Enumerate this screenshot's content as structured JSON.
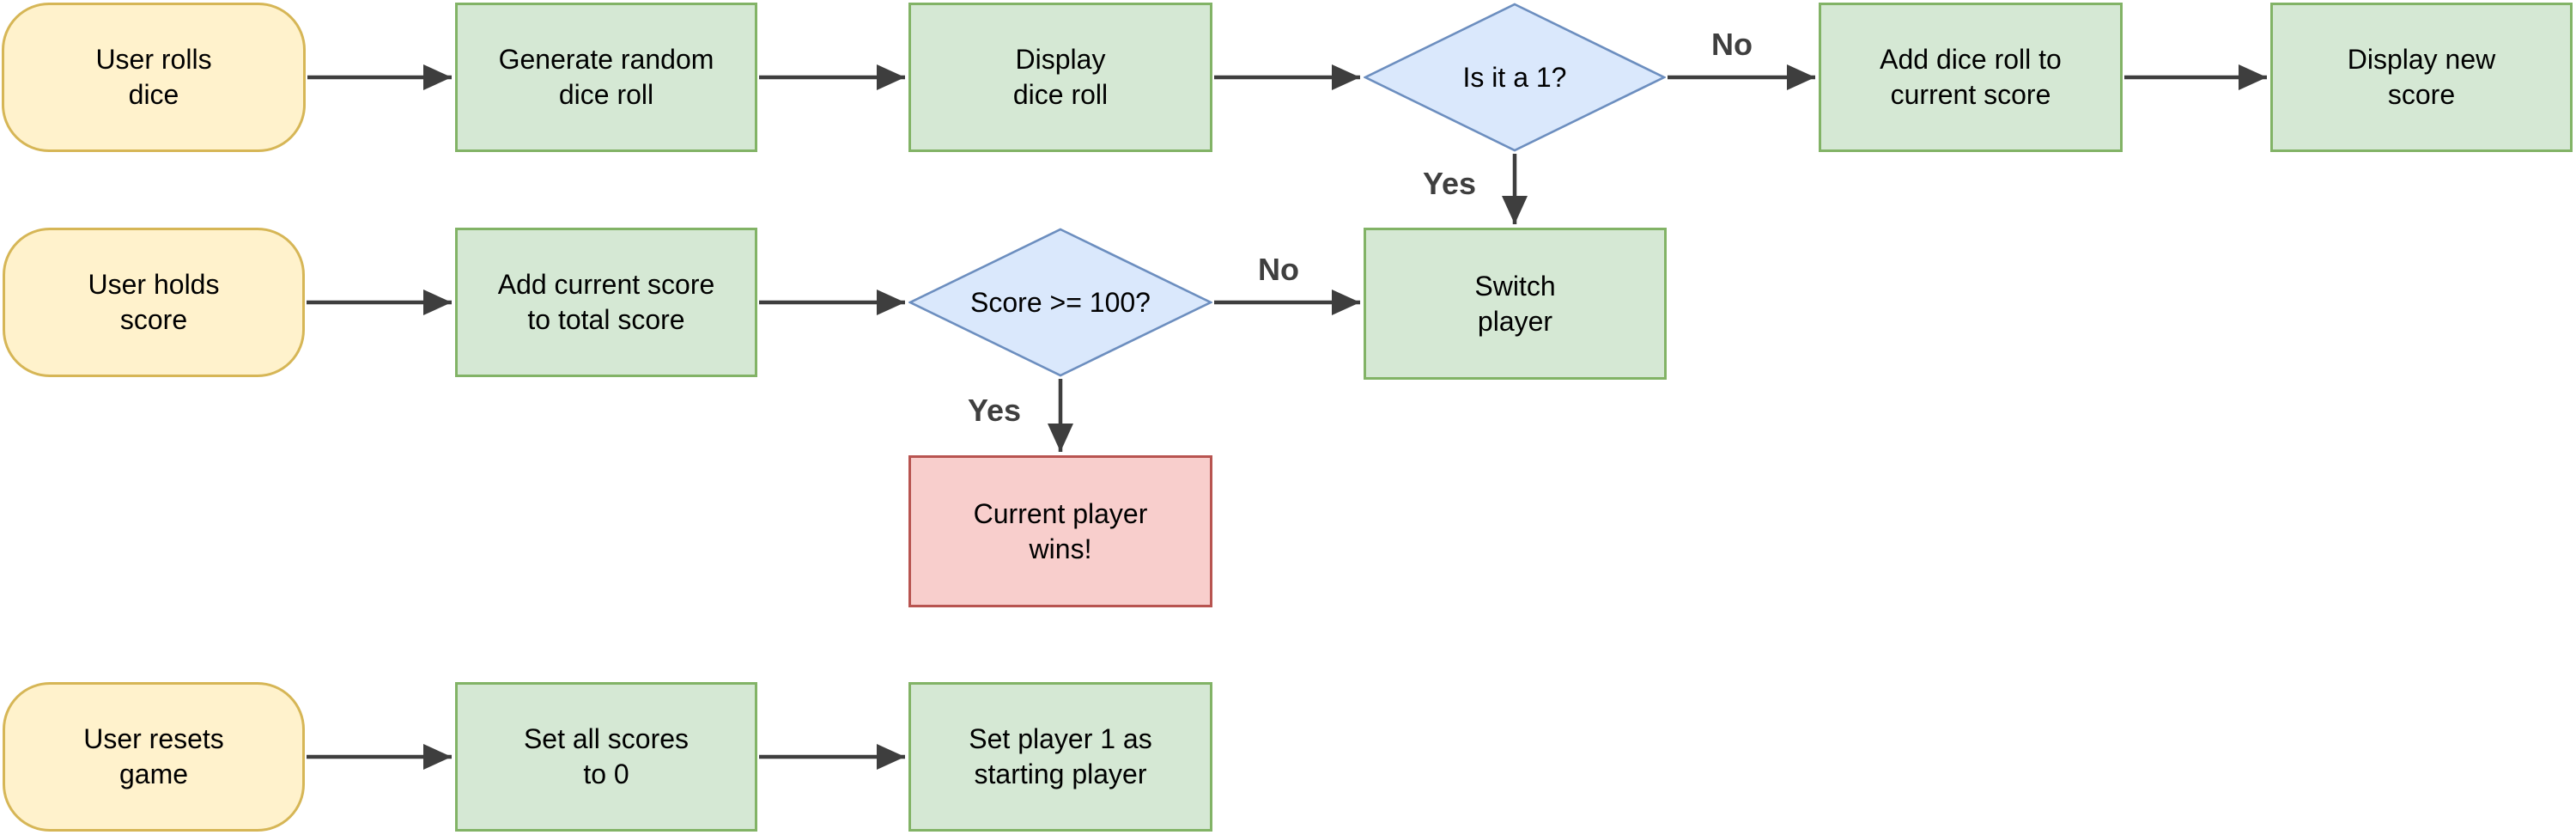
{
  "diagram": {
    "colors": {
      "terminal_fill": "#FFF2CC",
      "terminal_stroke": "#D6B656",
      "process_fill": "#D5E8D4",
      "process_stroke": "#82B366",
      "decision_fill": "#DAE8FC",
      "decision_stroke": "#6C8EBF",
      "end_fill": "#F8CECC",
      "end_stroke": "#B85450",
      "arrow": "#3E3E3E",
      "text": "#000000",
      "edge_label": "#3F3F3F"
    },
    "nodes": {
      "roll_start": {
        "type": "terminal",
        "text": "User rolls dice",
        "lines": [
          "User rolls",
          "dice"
        ]
      },
      "generate_roll": {
        "type": "process",
        "text": "Generate random dice roll",
        "lines": [
          "Generate random",
          "dice roll"
        ]
      },
      "display_roll": {
        "type": "process",
        "text": "Display dice roll",
        "lines": [
          "Display",
          "dice roll"
        ]
      },
      "is_it_one": {
        "type": "decision",
        "text": "Is it a 1?",
        "lines": [
          "Is it a 1?"
        ]
      },
      "add_to_current": {
        "type": "process",
        "text": "Add dice roll to current score",
        "lines": [
          "Add dice roll to",
          "current score"
        ]
      },
      "display_new_score": {
        "type": "process",
        "text": "Display new score",
        "lines": [
          "Display new",
          "score"
        ]
      },
      "hold_start": {
        "type": "terminal",
        "text": "User holds score",
        "lines": [
          "User holds",
          "score"
        ]
      },
      "add_to_total": {
        "type": "process",
        "text": "Add current score to total score",
        "lines": [
          "Add current score",
          "to total score"
        ]
      },
      "score_check": {
        "type": "decision",
        "text": "Score >= 100?",
        "lines": [
          "Score >= 100?"
        ]
      },
      "switch_player": {
        "type": "process",
        "text": "Switch player",
        "lines": [
          "Switch",
          "player"
        ]
      },
      "player_wins": {
        "type": "end",
        "text": "Current player wins!",
        "lines": [
          "Current player",
          "wins!"
        ]
      },
      "reset_start": {
        "type": "terminal",
        "text": "User resets game",
        "lines": [
          "User resets",
          "game"
        ]
      },
      "set_scores_zero": {
        "type": "process",
        "text": "Set all scores to 0",
        "lines": [
          "Set all scores",
          "to 0"
        ]
      },
      "set_player_one": {
        "type": "process",
        "text": "Set player 1 as starting player",
        "lines": [
          "Set player 1 as",
          "starting player"
        ]
      }
    },
    "edge_labels": {
      "is_it_one_no": "No",
      "is_it_one_yes": "Yes",
      "score_check_no": "No",
      "score_check_yes": "Yes"
    }
  }
}
